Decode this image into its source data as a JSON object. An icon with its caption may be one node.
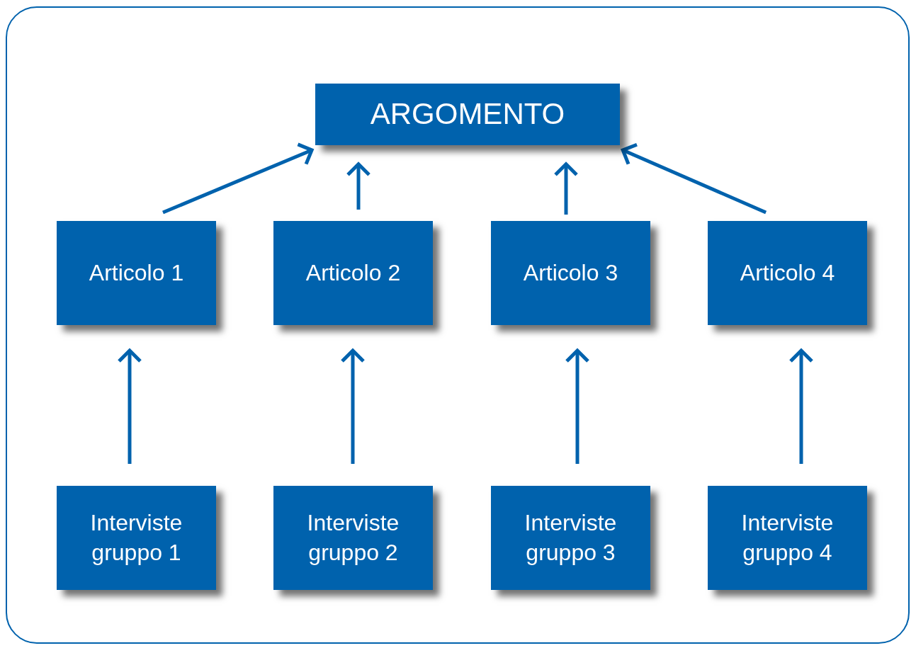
{
  "diagram": {
    "nodes": [
      {
        "text": [
          "ARGOMENTO"
        ]
      },
      {
        "text": [
          "Articolo 1"
        ]
      },
      {
        "text": [
          "Articolo 2"
        ]
      },
      {
        "text": [
          "Articolo 3"
        ]
      },
      {
        "text": [
          "Articolo 4"
        ]
      },
      {
        "text": [
          "Interviste gruppo 1"
        ]
      },
      {
        "text": [
          "Interviste gruppo 2"
        ]
      },
      {
        "text": [
          "Interviste gruppo 3"
        ]
      },
      {
        "text": [
          "Interviste gruppo 4"
        ]
      }
    ],
    "edges": [
      {
        "from": 5,
        "to": 1,
        "arrow": "to"
      },
      {
        "from": 6,
        "to": 2,
        "arrow": "to"
      },
      {
        "from": 7,
        "to": 3,
        "arrow": "to"
      },
      {
        "from": 8,
        "to": 4,
        "arrow": "to"
      },
      {
        "from": 1,
        "to": 0,
        "arrow": "to"
      },
      {
        "from": 2,
        "to": 0,
        "arrow": "to"
      },
      {
        "from": 3,
        "to": 0,
        "arrow": "to"
      },
      {
        "from": 4,
        "to": 0,
        "arrow": "to"
      }
    ]
  }
}
